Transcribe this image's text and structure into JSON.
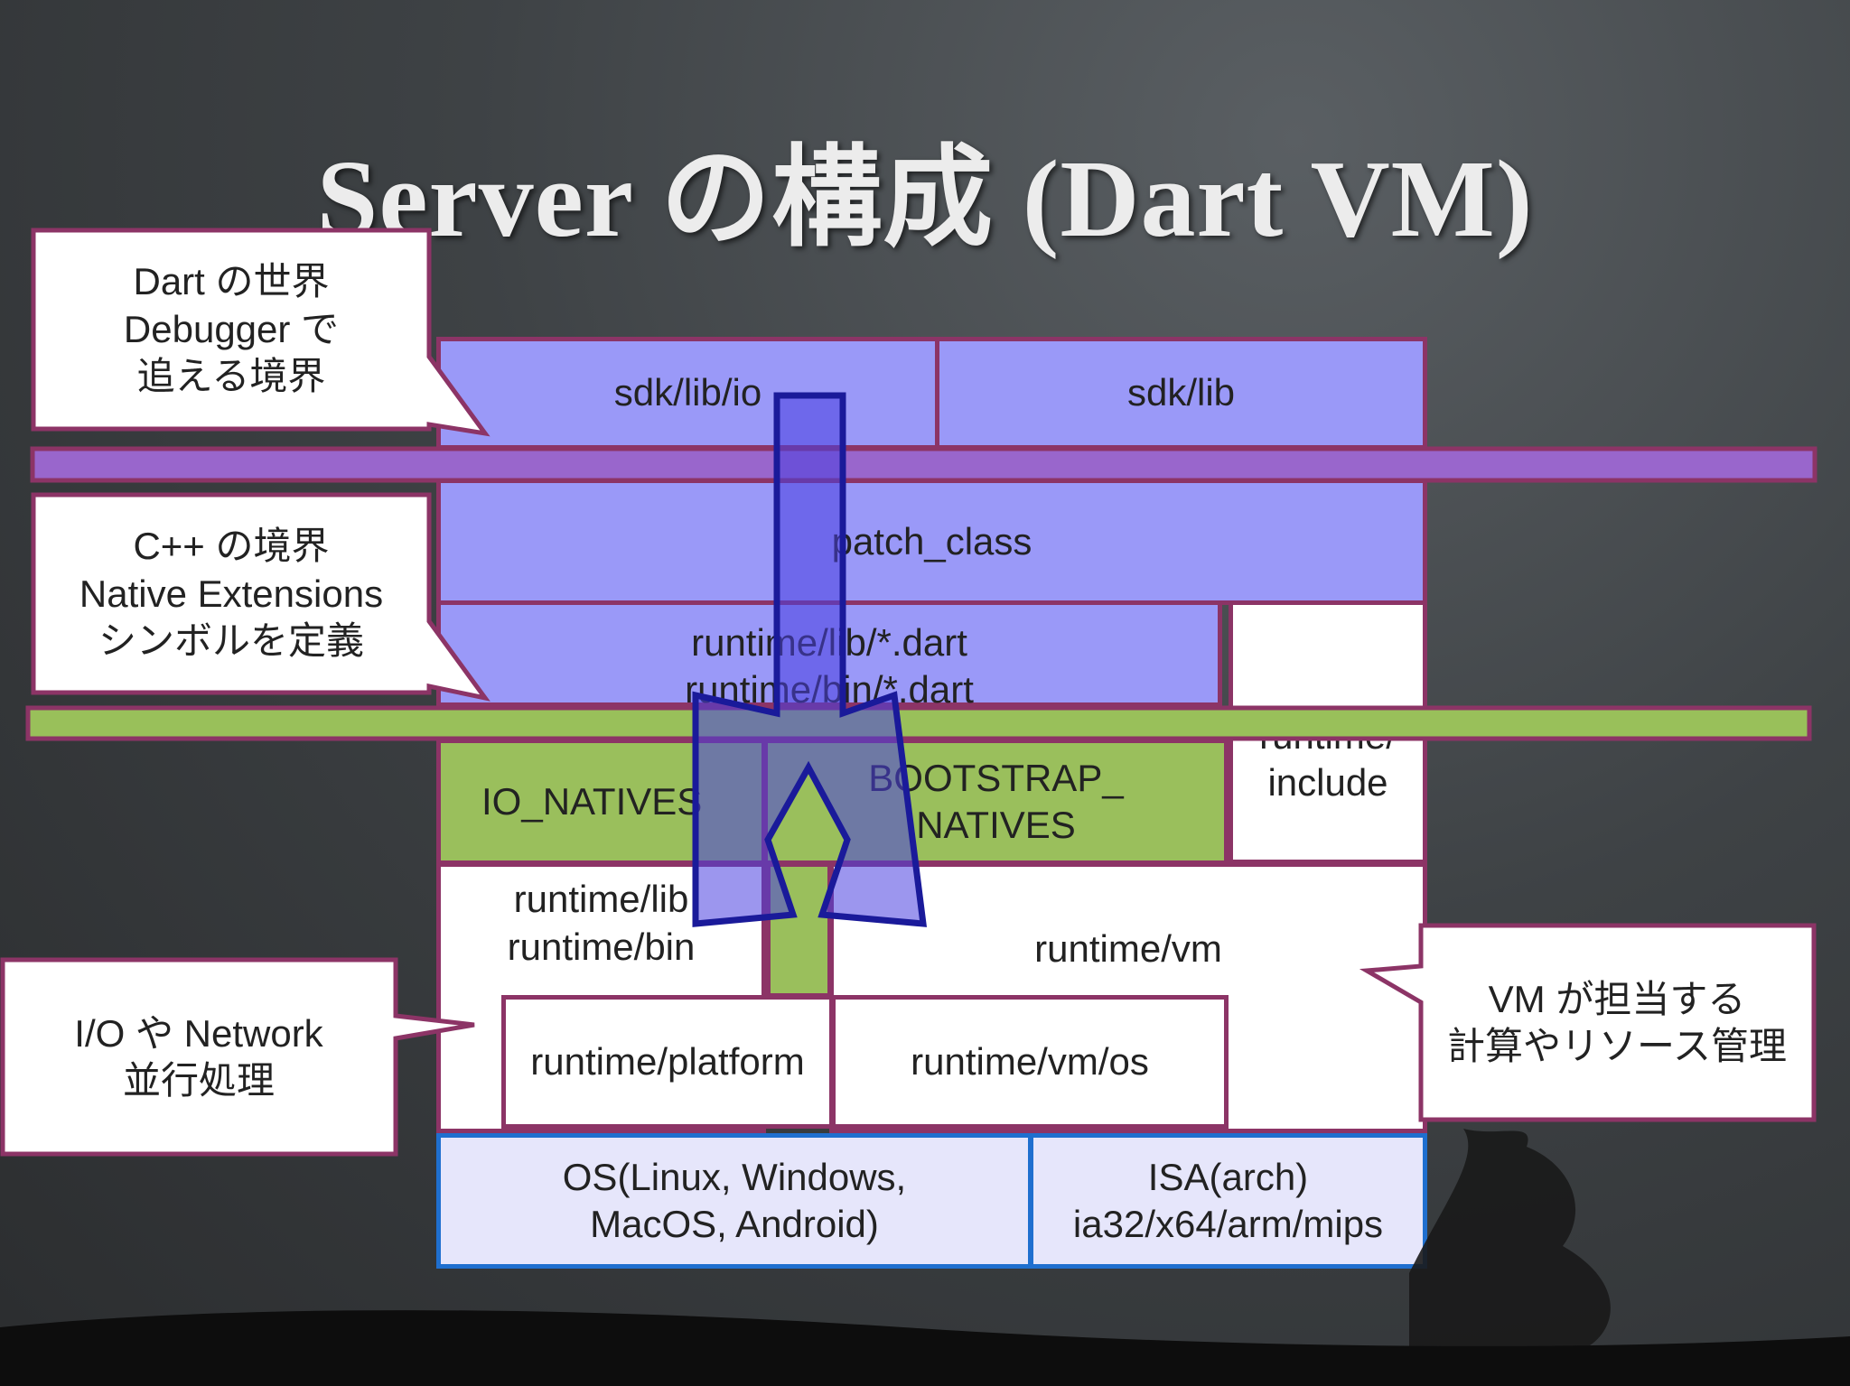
{
  "title": "Server の構成 (Dart VM)",
  "layers": {
    "sdk_lib_io": "sdk/lib/io",
    "sdk_lib": "sdk/lib",
    "patch_class": "patch_class",
    "runtime_dart": "runtime/lib/*.dart\nruntime/bin/*.dart",
    "runtime_include": "runtime/\ninclude",
    "io_natives": "IO_NATIVES",
    "bootstrap_natives": "BOOTSTRAP_\nNATIVES",
    "runtime_lib_bin": "runtime/lib\nruntime/bin",
    "runtime_vm": "runtime/vm",
    "runtime_platform": "runtime/platform",
    "runtime_vm_os": "runtime/vm/os",
    "os": "OS(Linux, Windows,\nMacOS,  Android)",
    "isa": "ISA(arch)\nia32/x64/arm/mips"
  },
  "callouts": {
    "dart_world": "Dart の世界\nDebugger で\n追える境界",
    "cpp_boundary": "C++ の境界\nNative Extensions\nシンボルを定義",
    "io_network": "I/O や Network\n並行処理",
    "vm_resources": "VM が担当する\n計算やリソース管理"
  },
  "colors": {
    "dart_layer": "#9a99f8",
    "native_layer": "#9abf5c",
    "border": "#8c3466",
    "os_border": "#1f6fcf",
    "dart_band": "#9966cc",
    "cpp_band": "#99c05a",
    "arrow_fill": "#4a3fe0"
  }
}
